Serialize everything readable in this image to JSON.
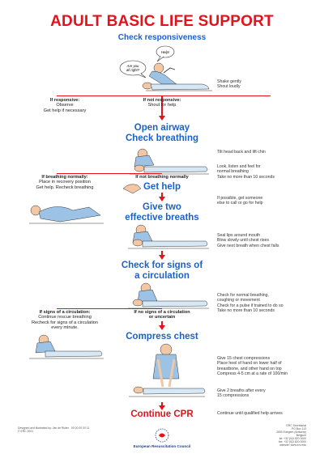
{
  "title": "ADULT BASIC LIFE SUPPORT",
  "steps": {
    "check_responsiveness": "Check responsiveness",
    "open_airway_1": "Open airway",
    "open_airway_2": "Check breathing",
    "get_help": "Get help",
    "give_breaths_1": "Give two",
    "give_breaths_2": "effective breaths",
    "check_circulation_1": "Check for signs of",
    "check_circulation_2": "a circulation",
    "compress_chest": "Compress chest",
    "continue_cpr": "Continue CPR"
  },
  "speech": {
    "help": "Help!",
    "are_you_1": "Are you",
    "are_you_2": "all right?"
  },
  "conditions": {
    "responsive_head": "If responsive:",
    "responsive_1": "Observe",
    "responsive_2": "Get help if necessary",
    "not_responsive_head": "If not responsive:",
    "not_responsive_1": "Shout for help",
    "breathing_normally_head": "If breathing normally:",
    "breathing_normally_1": "Place in recovery position",
    "breathing_normally_2": "Get help. Recheck breathing",
    "not_breathing_head": "If not breathing normally",
    "circulation_head": "If signs of a circulation:",
    "circulation_1": "Continue rescue breathing",
    "circulation_2": "Recheck for signs of a circulation",
    "circulation_3": "every minute.",
    "no_circulation_head_1": "If no signs of a circulation",
    "no_circulation_head_2": "or uncertain"
  },
  "notes": {
    "n1": [
      "Shake gently",
      "Shout loudly"
    ],
    "n2": [
      "Tilt head back and lift chin"
    ],
    "n3": [
      "Look, listen and feel for",
      "normal breathing",
      "Take no more than 10 seconds"
    ],
    "n4": [
      "If possible, get someone",
      "else to call or go for help"
    ],
    "n5": [
      "Seal lips around mouth",
      "Blow slowly until chest rises",
      "Give next breath when chest falls"
    ],
    "n6": [
      "Check for normal breathing,",
      "coughing or movement",
      "Check for a pulse if trained to do so",
      "Take no more than 10 seconds"
    ],
    "n7": [
      "Give 15 chest compressions",
      "Place heel of hand on lower half of",
      "breastbone, and other hand on top",
      "Compress 4-5 cm at a rate of 100/min"
    ],
    "n8": [
      "Give 2 breaths after every",
      "15 compressions"
    ],
    "n9": [
      "Continue until qualified help arrives"
    ]
  },
  "footer": {
    "left": [
      "Designed and illustrated by: Jan de Ruiter - 00 00 00 00 11",
      "© ERC 2001"
    ],
    "right": [
      "ERC Secretariat",
      "PO Box 113",
      "2650 Edegem (Antwerp)",
      "Belgium",
      "tel: +32 (0)3 820 0000",
      "fax: +32 (0)3 820 0000",
      "website: www.erc.edu"
    ],
    "org": "European Resuscitation Council"
  },
  "colors": {
    "red": "#e3121b",
    "blue": "#1b62c6",
    "skin": "#f2c7a5",
    "shirt": "#9cc3e6"
  }
}
